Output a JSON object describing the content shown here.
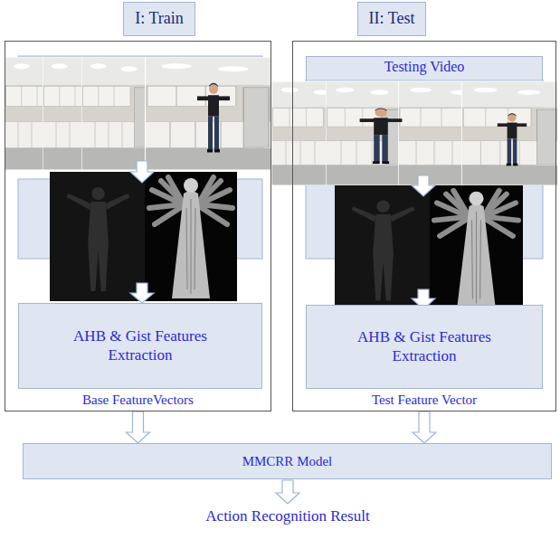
{
  "diagram": {
    "nodes": [
      {
        "text": [
          "I: Train"
        ]
      },
      {
        "text": [
          "II: Test"
        ]
      },
      {
        "text": [
          "Base FeatureVectors"
        ]
      },
      {
        "text": [
          "AHB & Gist Features Extraction"
        ],
        "in": 2
      },
      {
        "text": [
          "Test Feature Vector"
        ]
      },
      {
        "text": [
          "Testing Video"
        ],
        "in": 4
      },
      {
        "text": [
          "AHB & Gist Features Extraction"
        ],
        "in": 4
      },
      {
        "text": [
          "MMCRR Model"
        ]
      }
    ],
    "edges": [
      {
        "from": 2,
        "to": 7,
        "arrow": "to"
      },
      {
        "from": 4,
        "to": 7,
        "arrow": "to"
      }
    ],
    "labels": [
      "Action Recognition Result"
    ]
  }
}
